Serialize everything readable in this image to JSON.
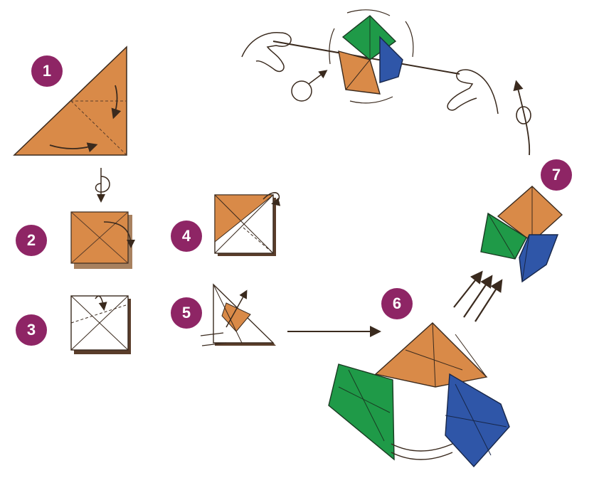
{
  "colors": {
    "badge": "#8e2565",
    "paper_orange": "#d98a48",
    "paper_green": "#1f9a48",
    "paper_blue": "#2f56a8",
    "line": "#3a2a1e",
    "paper_white": "#ffffff"
  },
  "steps": [
    {
      "number": "1"
    },
    {
      "number": "2"
    },
    {
      "number": "3"
    },
    {
      "number": "4"
    },
    {
      "number": "5"
    },
    {
      "number": "6"
    },
    {
      "number": "7"
    }
  ],
  "icons": {
    "flip": "flip-over-icon",
    "arrow": "arrow-icon",
    "hand": "hand-icon",
    "motion": "motion-lines-icon"
  }
}
